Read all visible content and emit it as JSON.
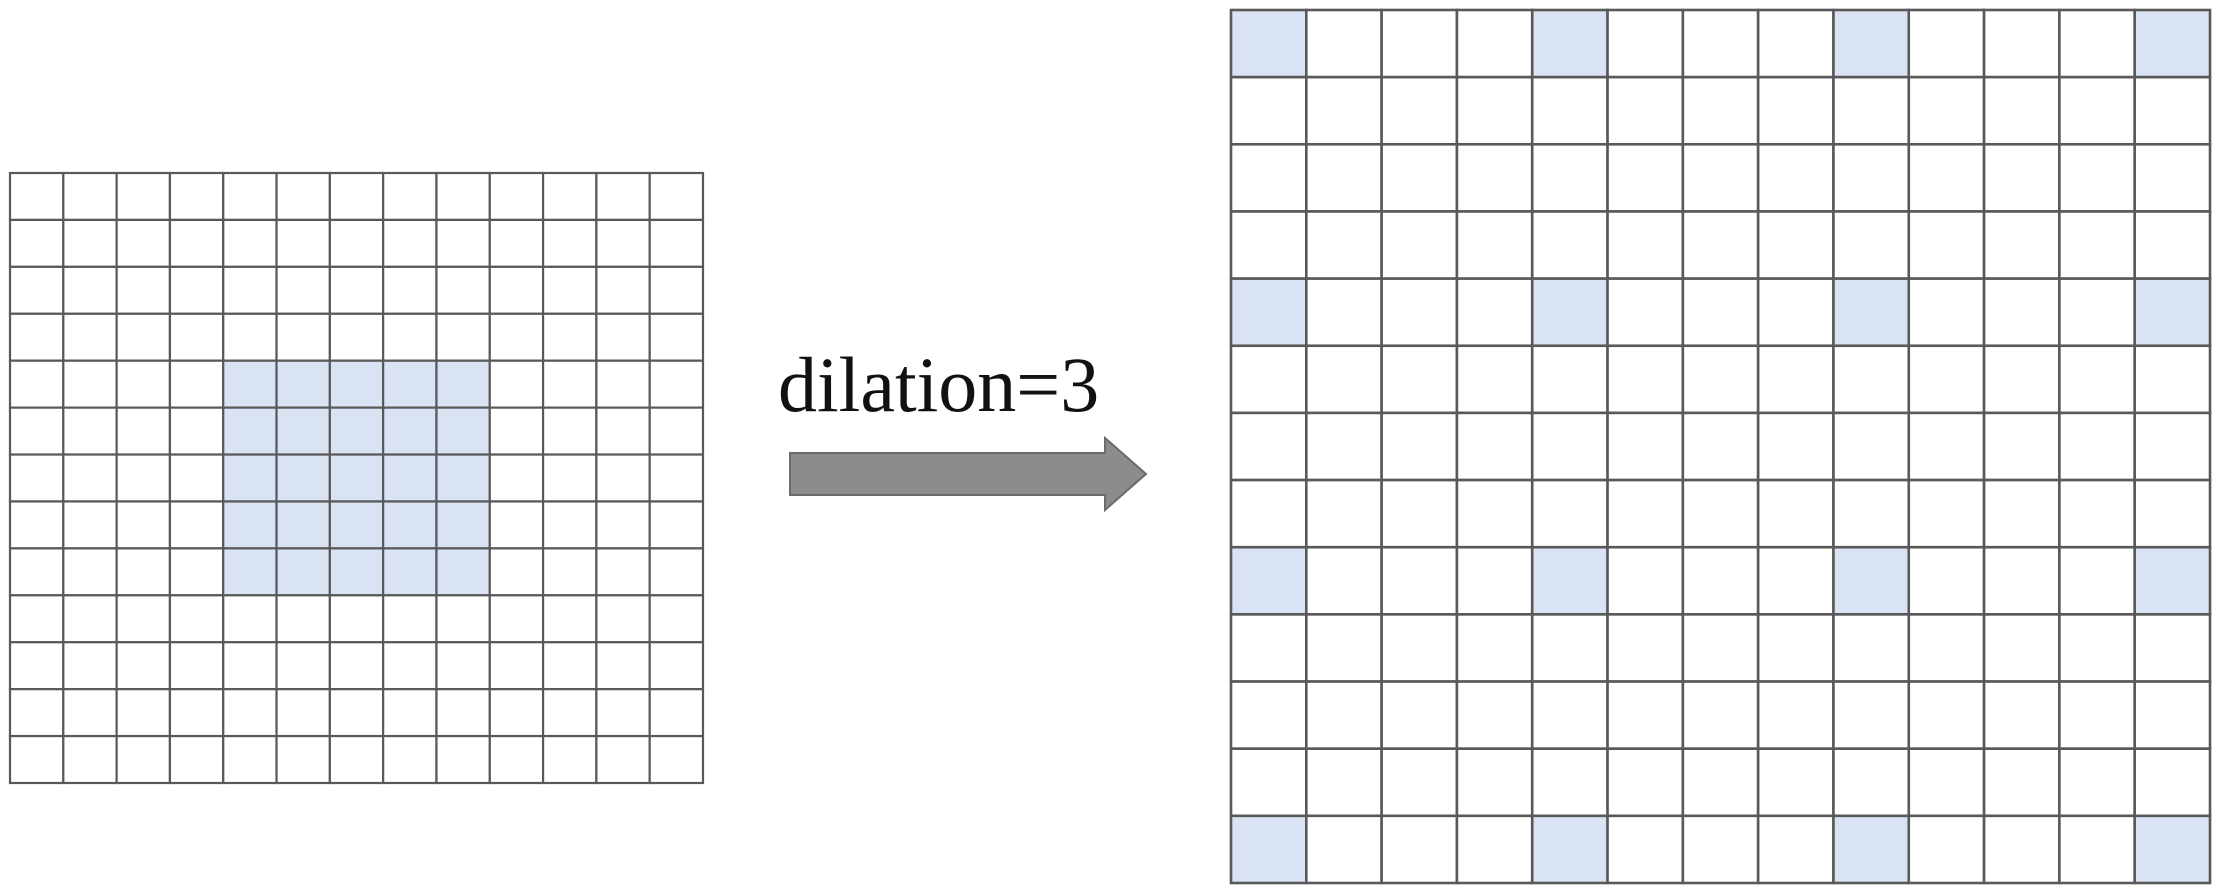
{
  "label": {
    "text": "dilation=3"
  },
  "colors": {
    "cell_fill": "#ffffff",
    "highlight_fill": "#dae3f3",
    "grid_line": "#595959",
    "arrow_fill": "#8c8c8c",
    "arrow_stroke": "#6b6b6b"
  },
  "left_grid": {
    "rows": 13,
    "cols": 13,
    "highlight": {
      "row_start": 4,
      "row_end": 8,
      "col_start": 4,
      "col_end": 8
    }
  },
  "right_grid": {
    "rows": 13,
    "cols": 13,
    "dilation": 3
  },
  "arrow": {
    "direction": "right"
  }
}
